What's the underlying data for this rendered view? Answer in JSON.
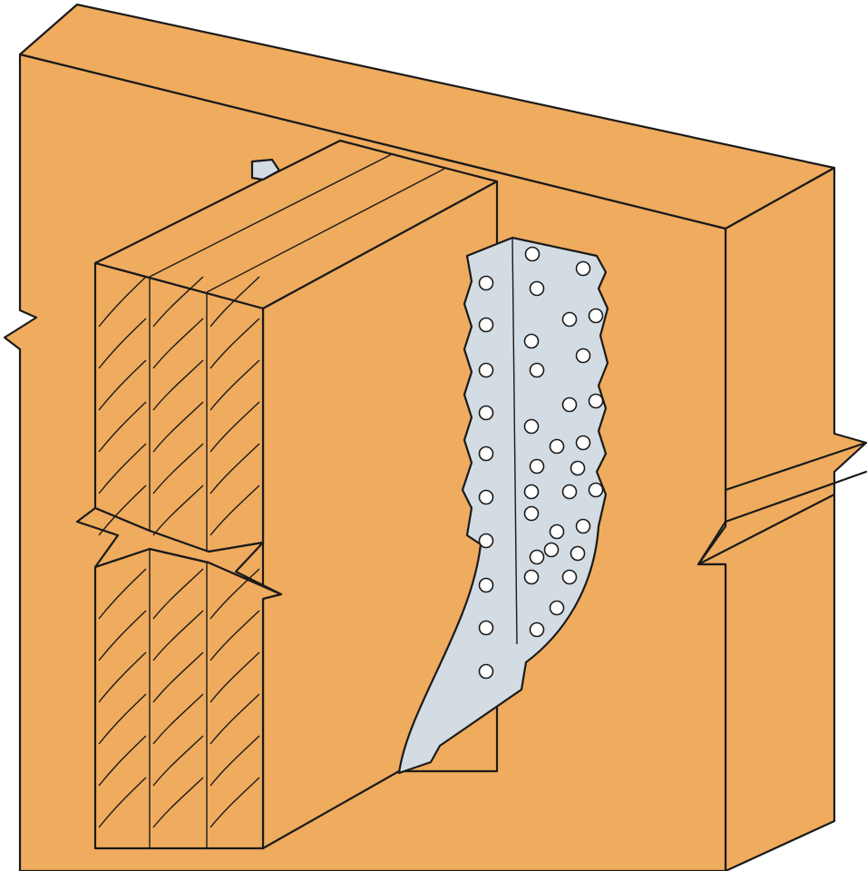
{
  "colors": {
    "wood": "#EFAB5E",
    "wood_shade": "#E9A253",
    "hanger_steel": "#D3DBE3",
    "outline": "#1A1A1A",
    "background": "#FFFFFF"
  },
  "illustration": {
    "subject_icons": [
      "header-beam",
      "three-ply-joist",
      "joist-hanger"
    ]
  }
}
